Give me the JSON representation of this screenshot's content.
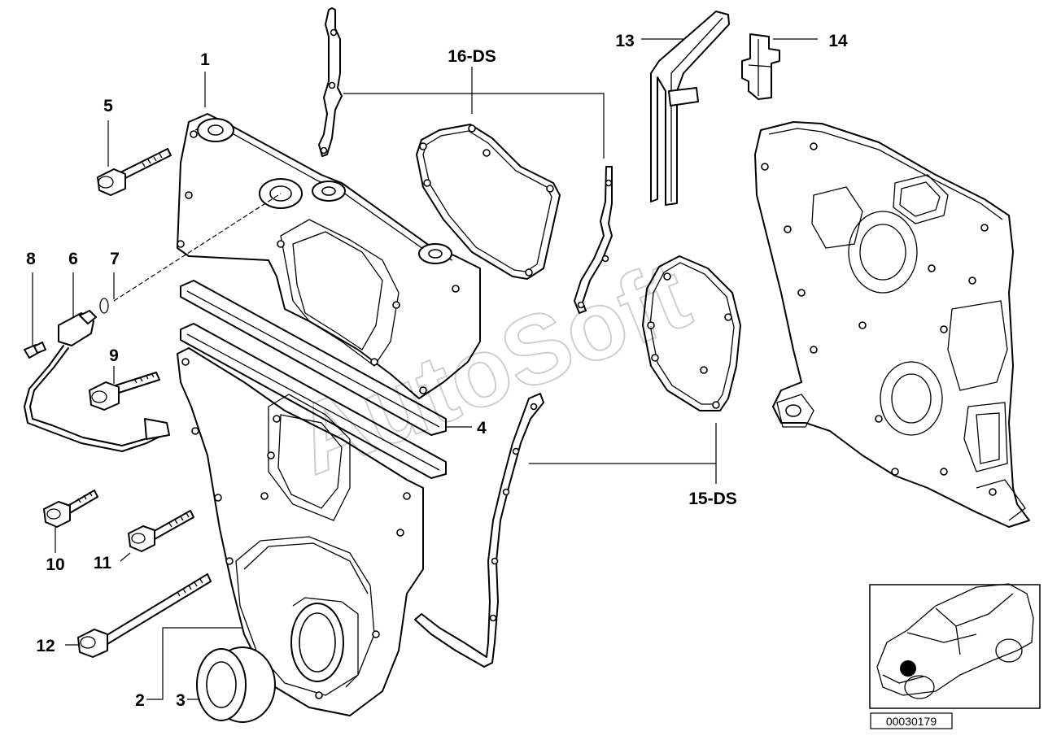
{
  "watermark": "AutoSoft",
  "document_id": "00030179",
  "callouts": {
    "c1": "1",
    "c2": "2",
    "c3": "3",
    "c4": "4",
    "c5": "5",
    "c6": "6",
    "c7": "7",
    "c8": "8",
    "c9": "9",
    "c10": "10",
    "c11": "11",
    "c12": "12",
    "c13": "13",
    "c14": "14",
    "c15": "15-DS",
    "c16": "16-DS"
  }
}
